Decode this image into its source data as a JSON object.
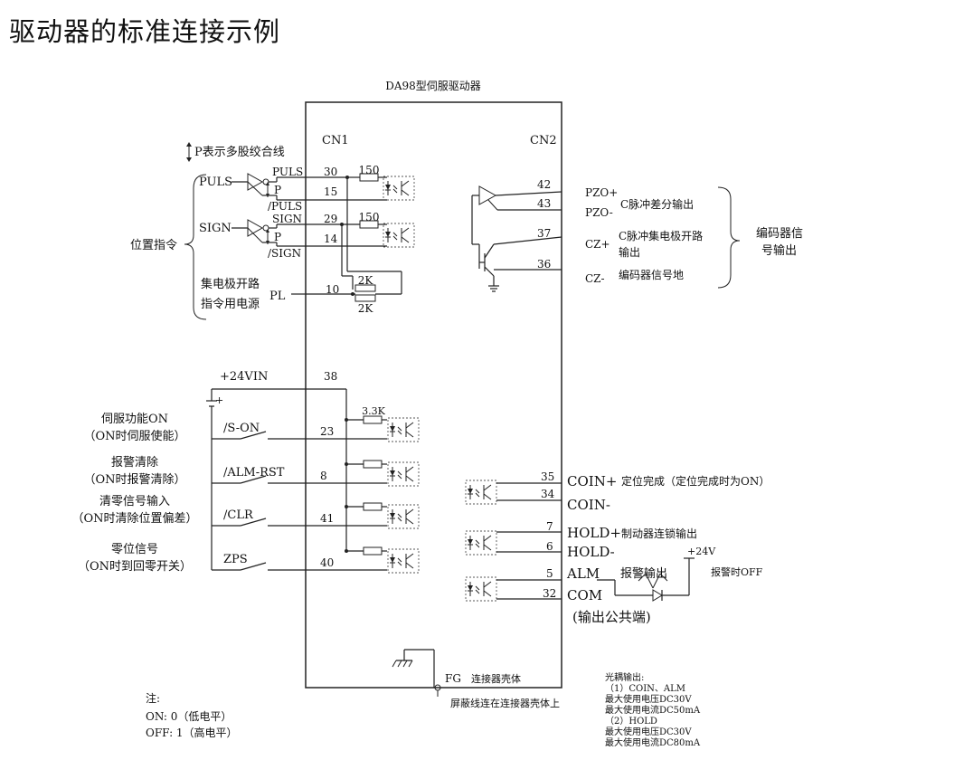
{
  "heading": "驱动器的标准连接示例",
  "driver": {
    "title": "DA98型伺服驱动器",
    "cn1": "CN1",
    "cn2": "CN2"
  },
  "legend": {
    "p_note": "P表示多股绞合线"
  },
  "position_cmd": {
    "group_label": "位置指令",
    "puls_in": "PULS",
    "sign_in": "SIGN",
    "p_mark": "P",
    "puls_pin_label": "PULS",
    "npuls_pin_label": "/PULS",
    "sign_pin_label": "SIGN",
    "nsign_pin_label": "/SIGN",
    "pins": [
      "30",
      "15",
      "29",
      "14",
      "10"
    ],
    "resistor_150": "150",
    "oc_supply_line1": "集电极开路",
    "oc_supply_line2": "指令用电源",
    "pl": "PL",
    "resistor_2k": "2K"
  },
  "inputs": {
    "supply": "+24VIN",
    "plus": "+",
    "supply_pin": "38",
    "resistor": "3.3K",
    "items": [
      {
        "desc1": "伺服功能ON",
        "desc2": "（ON时伺服使能）",
        "signal": "/S-ON",
        "pin": "23"
      },
      {
        "desc1": "报警清除",
        "desc2": "（ON时报警清除）",
        "signal": "/ALM-RST",
        "pin": "8"
      },
      {
        "desc1": "清零信号输入",
        "desc2": "（ON时清除位置偏差）",
        "signal": "/CLR",
        "pin": "41"
      },
      {
        "desc1": "零位信号",
        "desc2": "（ON时到回零开关）",
        "signal": "ZPS",
        "pin": "40"
      }
    ]
  },
  "encoder": {
    "pins": [
      "42",
      "43",
      "37",
      "36"
    ],
    "pzo_plus": "PZO+",
    "pzo_minus": "PZO-",
    "cz_plus": "CZ+",
    "cz_minus": "CZ-",
    "c_diff": "C脉冲差分输出",
    "c_oc_line1": "C脉冲集电极开路",
    "c_oc_line2": "输出",
    "enc_gnd": "编码器信号地",
    "group_line1": "编码器信",
    "group_line2": "号输出"
  },
  "outputs": {
    "pins": [
      "35",
      "34",
      "7",
      "6",
      "5",
      "32"
    ],
    "coin_plus": "COIN+",
    "coin_desc": "定位完成（定位完成时为ON）",
    "coin_minus": "COIN-",
    "hold_plus": "HOLD+",
    "hold_desc": "制动器连锁输出",
    "hold_minus": "HOLD-",
    "plus24": "+24V",
    "alm": "ALM",
    "alarm_out": "报警输出",
    "alarm_off": "报警时OFF",
    "com": "COM",
    "common": "(输出公共端)"
  },
  "ground": {
    "fg": "FG",
    "shell": "连接器壳体",
    "shield": "屏蔽线连在连接器壳体上"
  },
  "notes": {
    "title": "注:",
    "on": "ON: 0（低电平）",
    "off": "OFF: 1（高电平）"
  },
  "opto_note": {
    "title": "光耦输出:",
    "l1": "（1）COIN、ALM",
    "l2": "最大使用电压DC30V",
    "l3": "最大使用电流DC50mA",
    "l4": "（2）HOLD",
    "l5": "最大使用电压DC30V",
    "l6": "最大使用电流DC80mA"
  }
}
